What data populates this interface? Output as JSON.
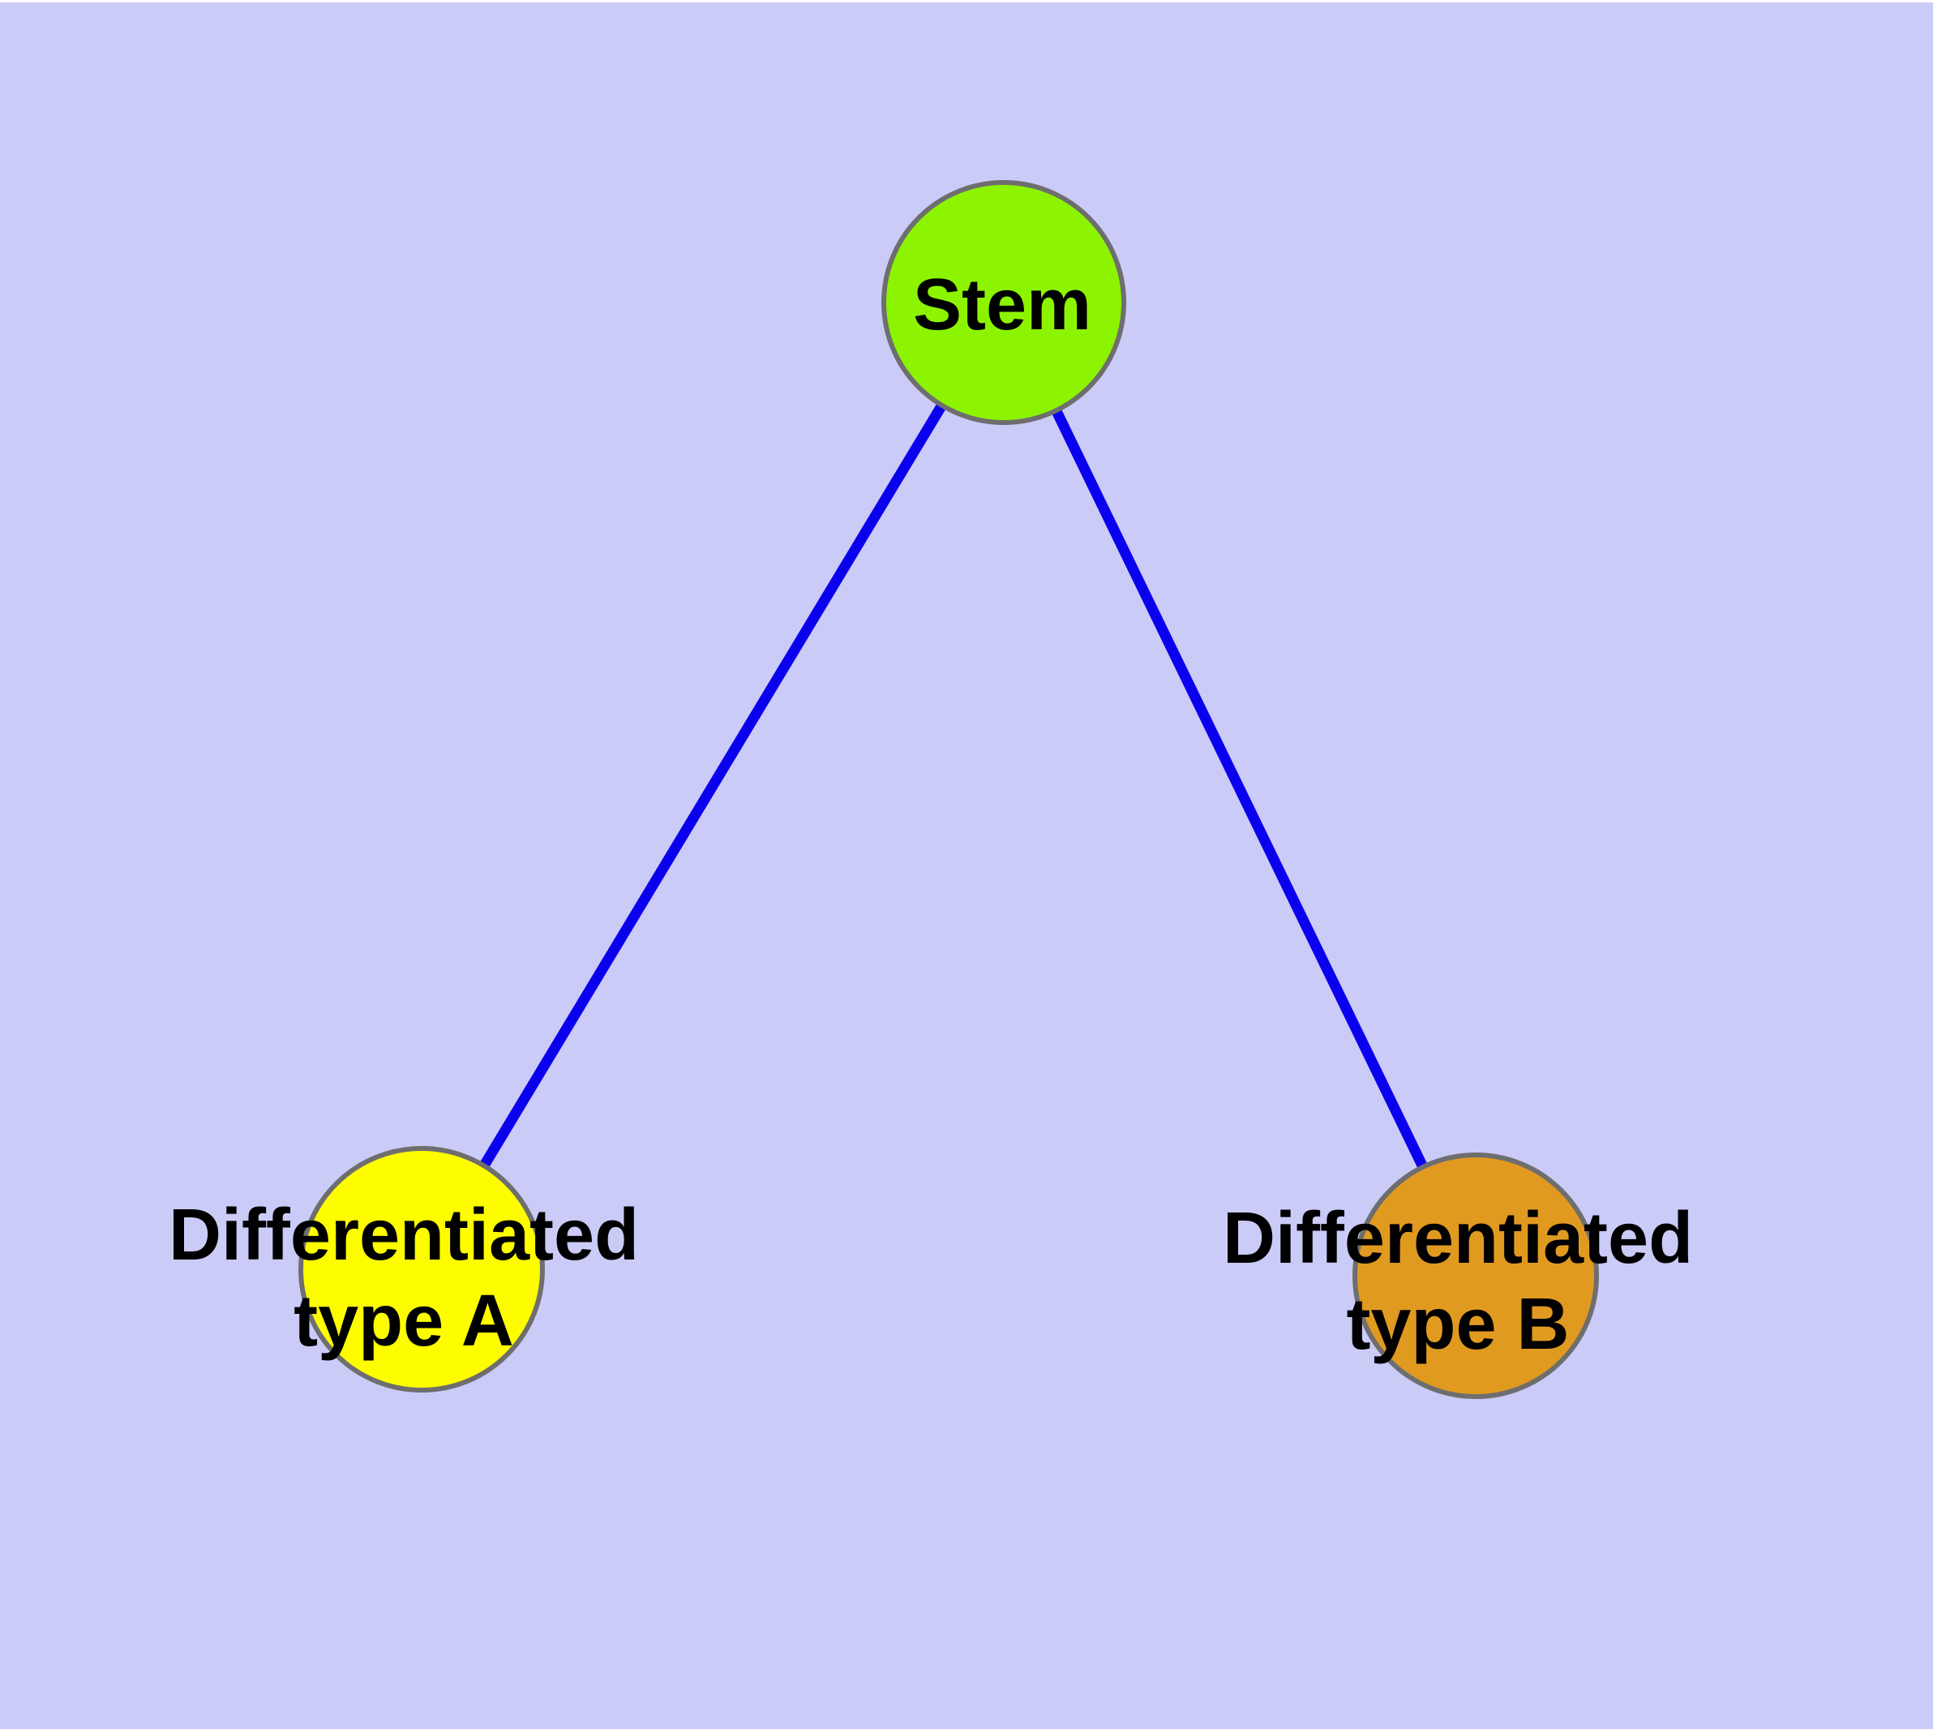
{
  "diagram": {
    "type": "node-edge-graph",
    "title": "",
    "page_color": "#ffffff",
    "background_color": "#cbcbf8",
    "text_color": "#000000",
    "node_border_color": "#6e6e6e",
    "edge_color": "#0a00ee",
    "nodes": [
      {
        "id": "stem",
        "label": "Stem",
        "color": "#8cf400",
        "shape": "circle"
      },
      {
        "id": "type_a",
        "label": "Differentiated\ntype A",
        "color": "#fdfd00",
        "shape": "circle"
      },
      {
        "id": "type_b",
        "label": "Differentiated\ntype B",
        "color": "#e19a20",
        "shape": "circle"
      }
    ],
    "edges": [
      {
        "from": "Stem",
        "to": "Differentiated type A"
      },
      {
        "from": "Stem",
        "to": "Differentiated type B"
      }
    ]
  }
}
